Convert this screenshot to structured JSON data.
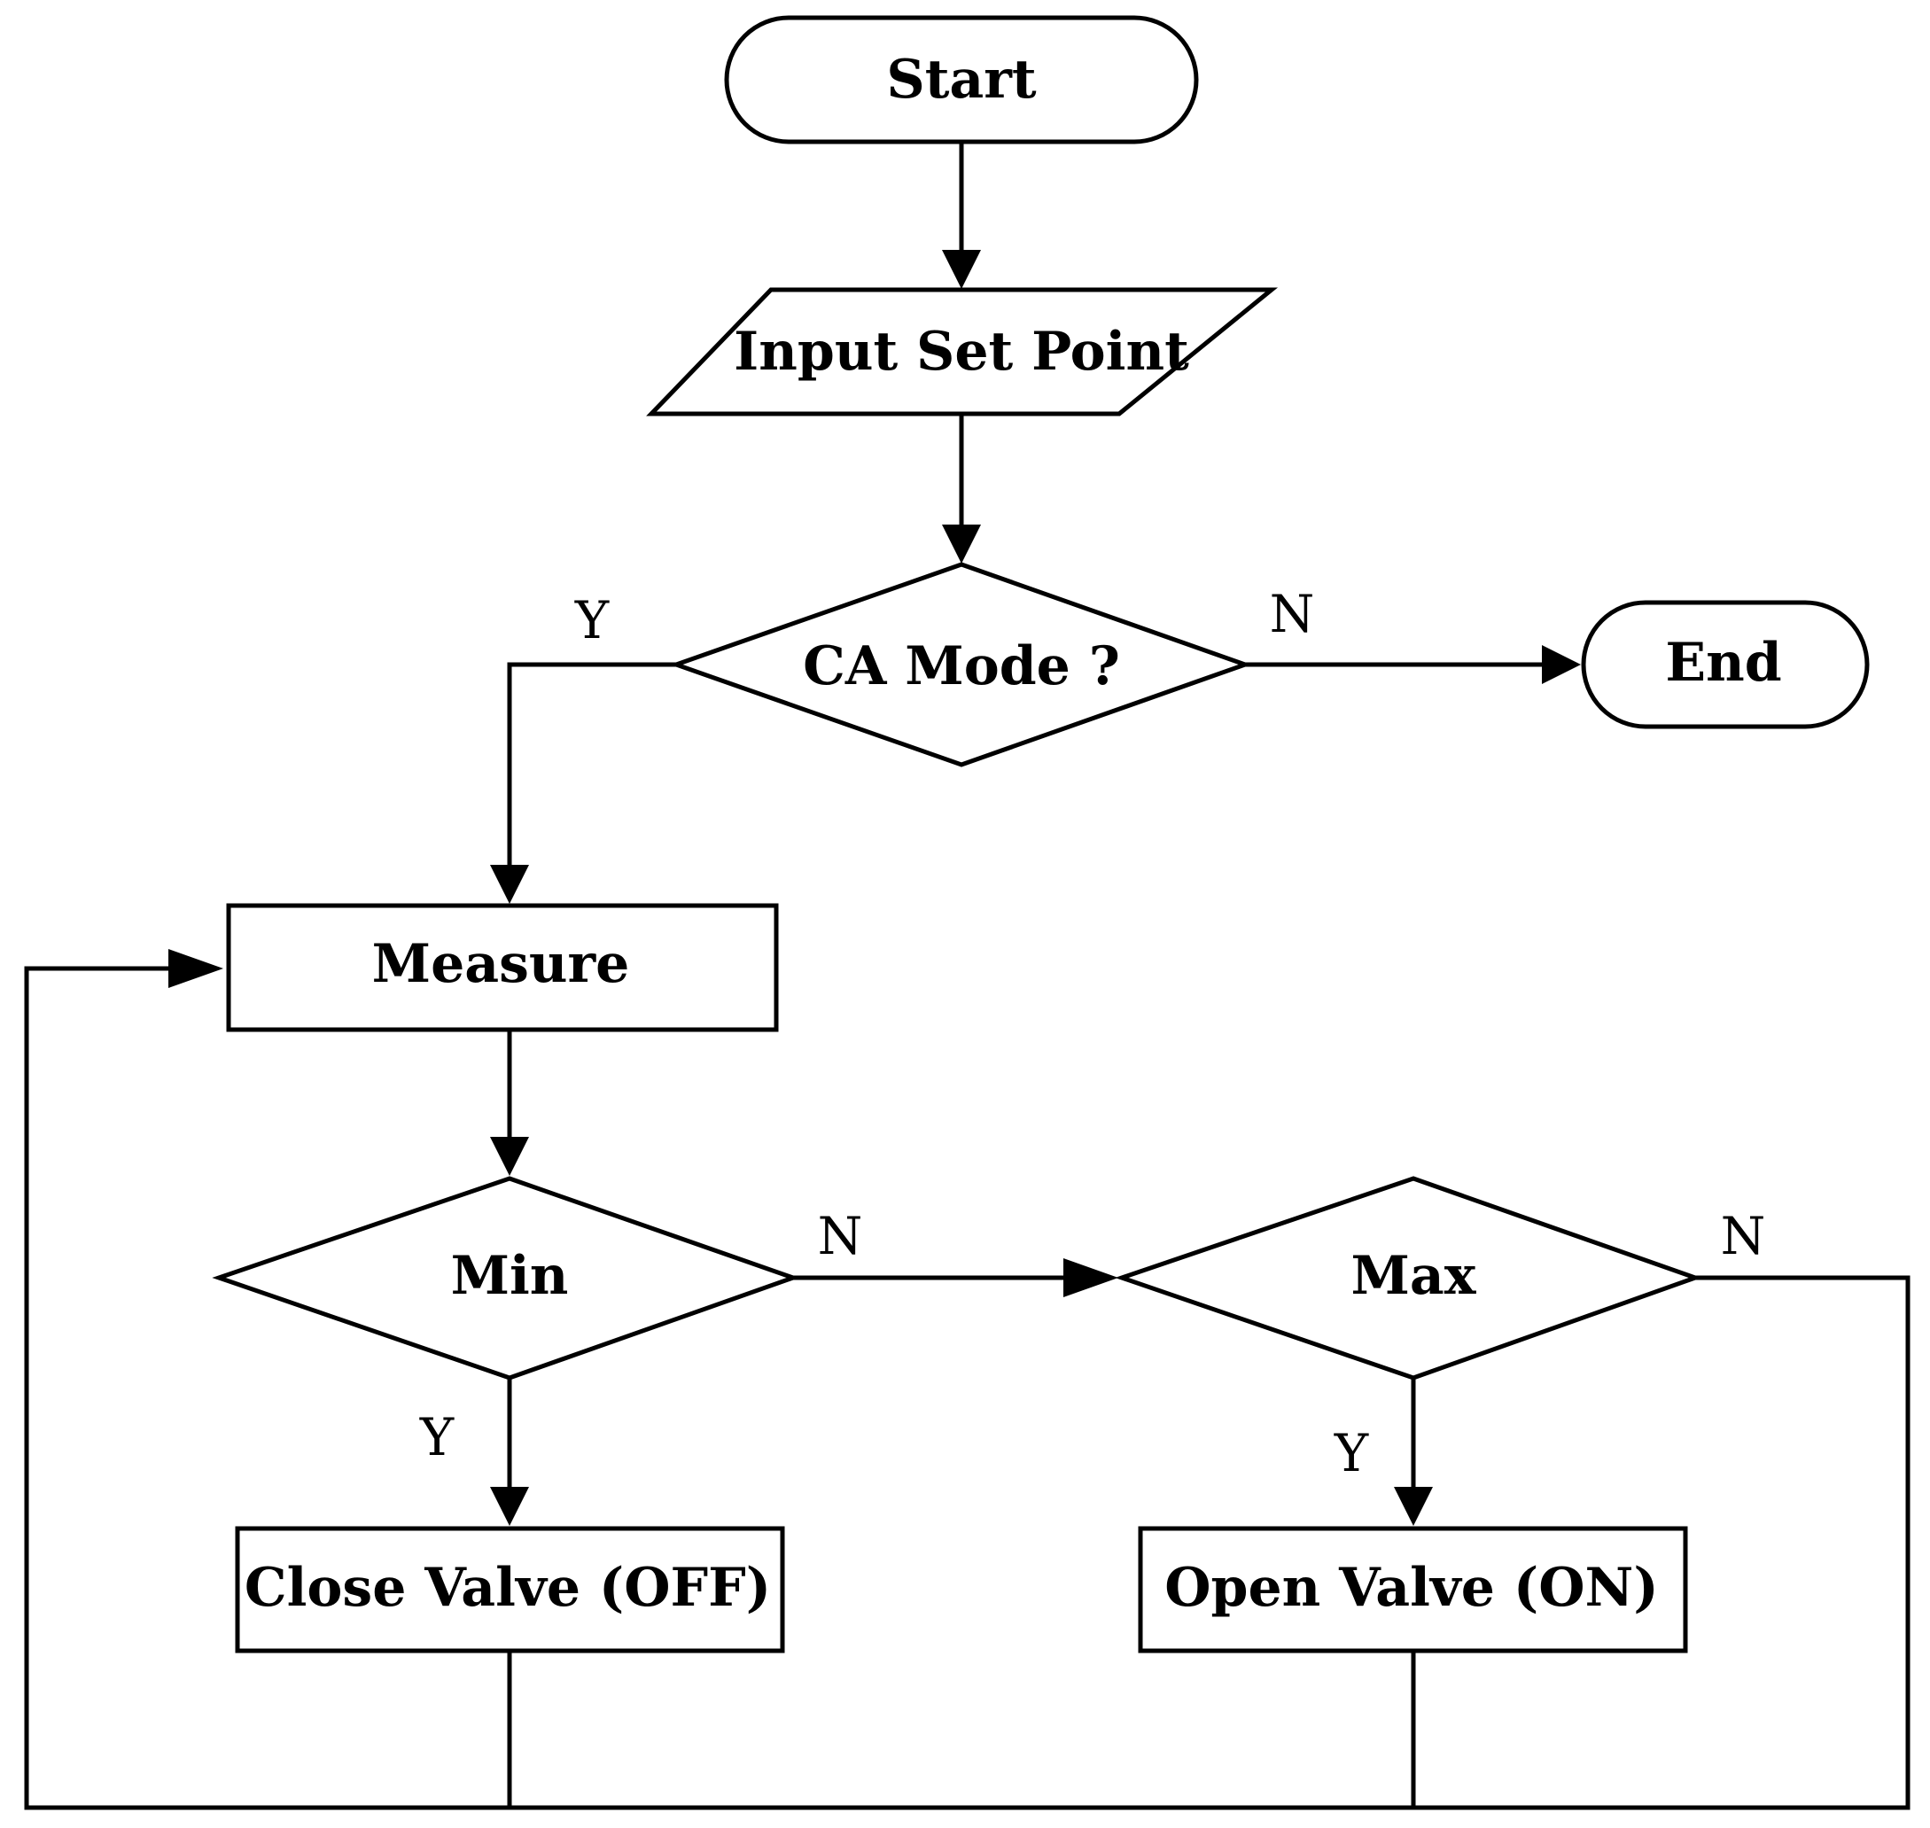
{
  "nodes": {
    "start": "Start",
    "input": "Input Set Point",
    "ca_mode": "CA Mode ?",
    "end": "End",
    "measure": "Measure",
    "min": "Min",
    "max": "Max",
    "close_valve": "Close Valve (OFF)",
    "open_valve": "Open Valve (ON)"
  },
  "branches": {
    "ca_mode_yes": "Y",
    "ca_mode_no": "N",
    "min_no": "N",
    "min_yes": "Y",
    "max_no": "N",
    "max_yes": "Y"
  },
  "colors": {
    "stroke": "#000000",
    "fill": "#ffffff"
  }
}
